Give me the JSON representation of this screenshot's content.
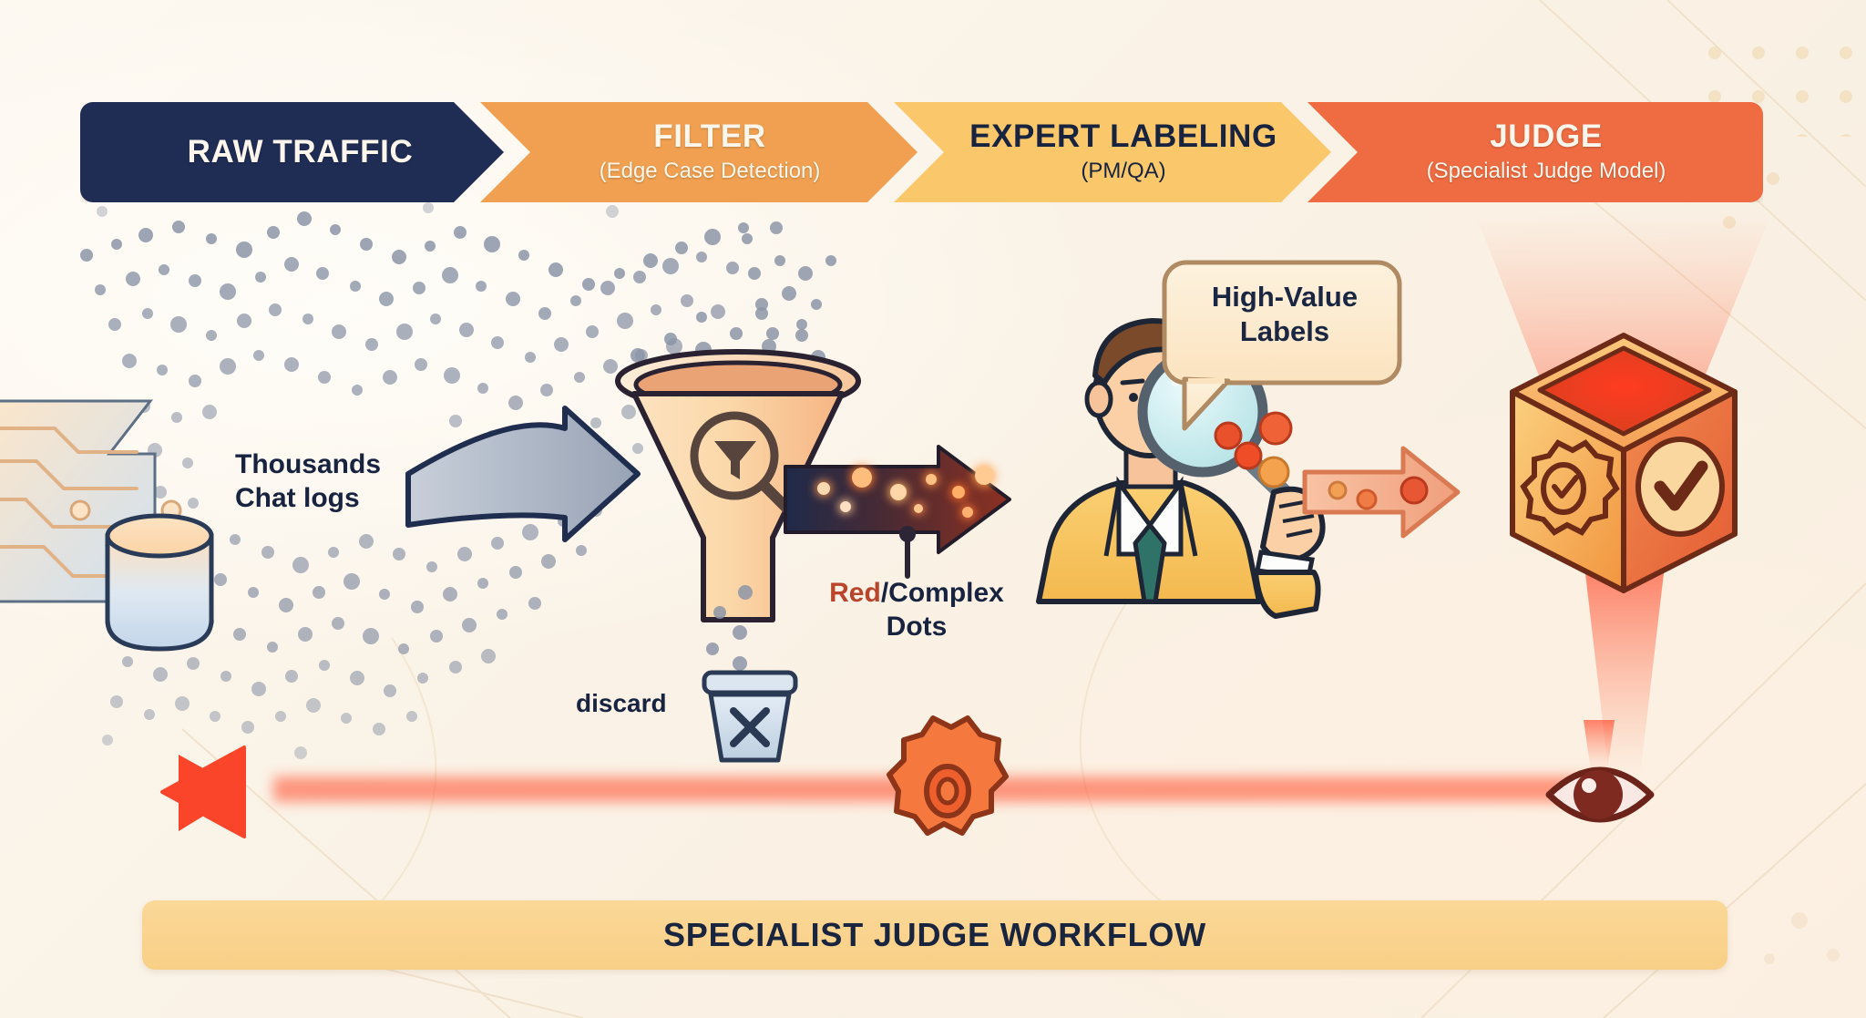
{
  "theme": {
    "background": "#fbf4e9",
    "navy": "#1f2d54",
    "orange": "#f0a050",
    "amber": "#fac86b",
    "red_orange": "#ef6b42",
    "banner_yellow": "#fad28d",
    "dot_gray": "#8d96a8",
    "accent_red": "#ef3b24",
    "label_dark": "#18243f",
    "red_word": "#b8452c"
  },
  "header": {
    "stages": [
      {
        "title": "RAW TRAFFIC",
        "subtitle": "",
        "color": "#1f2d54",
        "text_style": "light"
      },
      {
        "title": "FILTER",
        "subtitle": "(Edge Case Detection)",
        "color": "#f0a050",
        "text_style": "light"
      },
      {
        "title": "EXPERT LABELING",
        "subtitle": "(PM/QA)",
        "color": "#fac86b",
        "text_style": "dark"
      },
      {
        "title": "JUDGE",
        "subtitle": "(Specialist Judge Model)",
        "color": "#ef6b42",
        "text_style": "light"
      }
    ]
  },
  "labels": {
    "thousands": "Thousands\nChat logs",
    "red_complex_red": "Red",
    "red_complex_rest": "/Complex\nDots",
    "discard": "discard",
    "bubble": "High-Value\nLabels"
  },
  "icons": {
    "database": "database-cylinder-icon",
    "circuit": "circuit-board-icon",
    "funnel": "funnel-icon",
    "funnel_filter_glyph": "filter-magnifier-icon",
    "trash": "discard-bin-x-icon",
    "expert": "expert-person-icon",
    "magnifier": "magnifying-glass-icon",
    "cube": "judge-cube-icon",
    "cube_gear": "gear-check-icon",
    "cube_check": "circle-check-icon",
    "feedback_gear": "feedback-gear-icon",
    "eye": "eye-monitor-icon",
    "arrow_gray": "gray-flow-arrow-icon",
    "arrow_dark": "glowing-dots-arrow-icon",
    "arrow_peach": "peach-flow-arrow-icon",
    "feedback_arrow": "red-feedback-arrow-icon"
  },
  "footer": {
    "banner_text": "SPECIALIST JUDGE WORKFLOW"
  }
}
